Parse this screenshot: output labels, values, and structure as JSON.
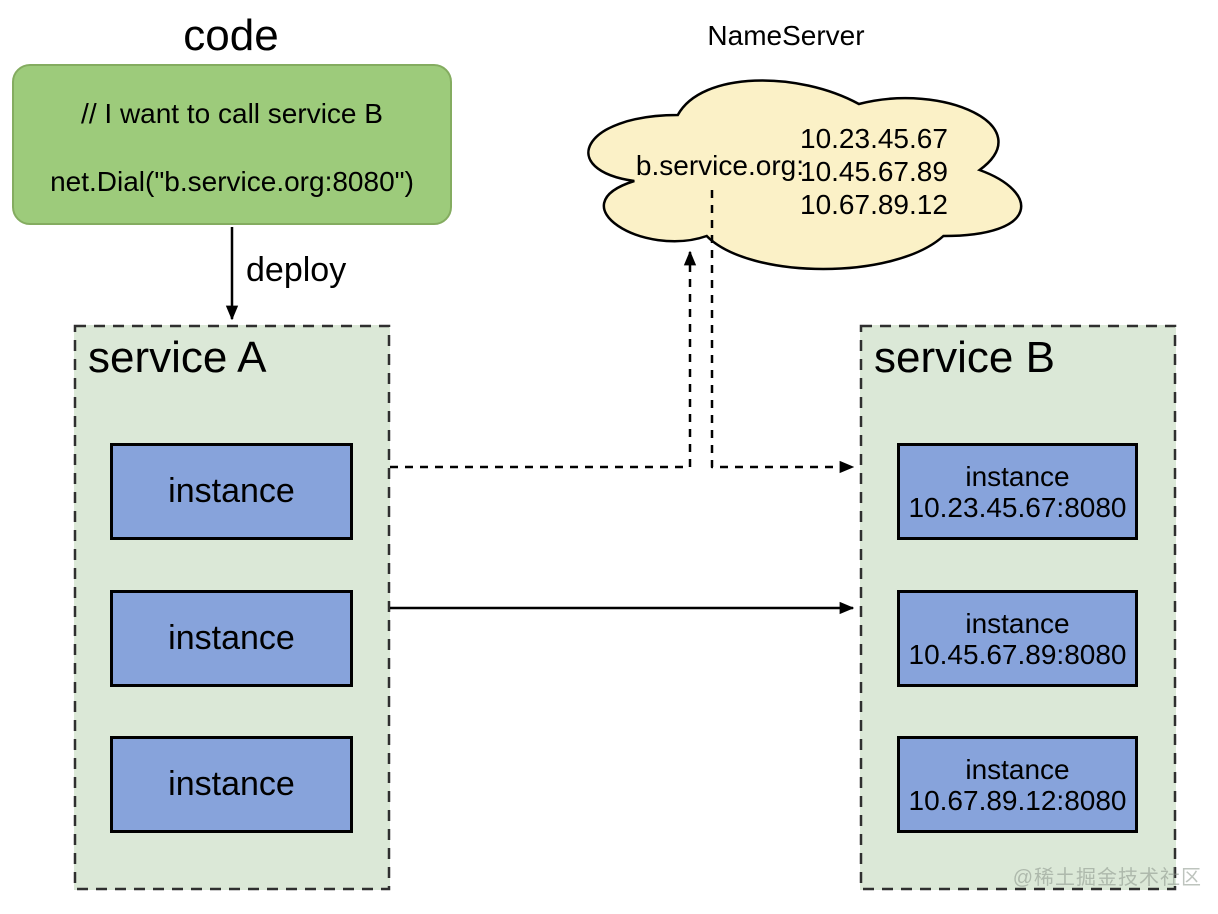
{
  "code_block": {
    "title": "code",
    "comment_line": "// I want to call service B",
    "code_line": "net.Dial(\"b.service.org:8080\")"
  },
  "deploy_label": "deploy",
  "nameserver": {
    "title": "NameServer",
    "domain_label": "b.service.org:",
    "ips": [
      "10.23.45.67",
      "10.45.67.89",
      "10.67.89.12"
    ]
  },
  "service_a": {
    "title": "service A",
    "instances": [
      {
        "label": "instance"
      },
      {
        "label": "instance"
      },
      {
        "label": "instance"
      }
    ]
  },
  "service_b": {
    "title": "service B",
    "instances": [
      {
        "label": "instance",
        "address": "10.23.45.67:8080"
      },
      {
        "label": "instance",
        "address": "10.45.67.89:8080"
      },
      {
        "label": "instance",
        "address": "10.67.89.12:8080"
      }
    ]
  },
  "watermark": "@稀土掘金技术社区",
  "colors": {
    "text_color": "#000000",
    "line_color": "#000000",
    "code_box_fill": "#9DCB7B",
    "code_box_border": "#84AC60",
    "cloud_fill": "#FBF1C7",
    "service_box_fill": "#DBE8D7",
    "service_box_border": "#2F2F2F",
    "instance_fill": "#87A3DB",
    "instance_border": "#000000",
    "watermark_color": "#8A948A"
  }
}
